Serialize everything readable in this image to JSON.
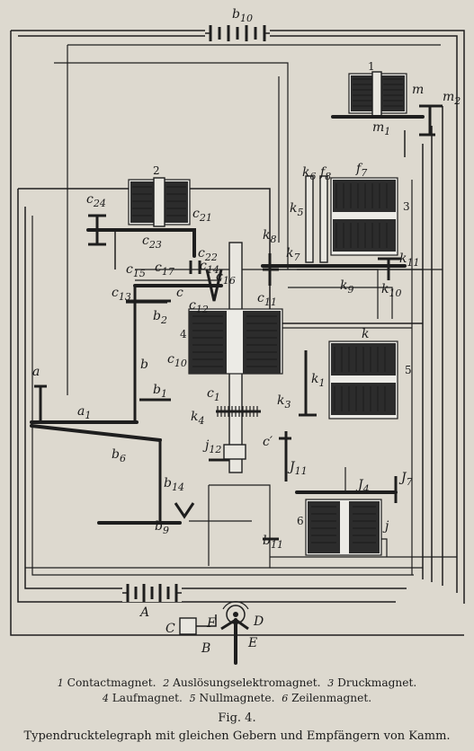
{
  "legend": {
    "line1": [
      {
        "num": "1",
        "name": "Contactmagnet."
      },
      {
        "num": "2",
        "name": "Auslösungselektromagnet."
      },
      {
        "num": "3",
        "name": "Druckmagnet."
      }
    ],
    "line2": [
      {
        "num": "4",
        "name": "Laufmagnet."
      },
      {
        "num": "5",
        "name": "Nullmagnete."
      },
      {
        "num": "6",
        "name": "Zeilenmagnet."
      }
    ]
  },
  "figure_label": "Fig. 4.",
  "figure_title": "Typendrucktelegraph mit gleichen Gebern und Empfängern von Kamm.",
  "labels": {
    "b10": {
      "main": "b",
      "sub": "10"
    },
    "n1": "1",
    "m": "m",
    "m2": {
      "main": "m",
      "sub": "2"
    },
    "m1": {
      "main": "m",
      "sub": "1"
    },
    "n2": "2",
    "c24": {
      "main": "c",
      "sub": "24"
    },
    "c21": {
      "main": "c",
      "sub": "21"
    },
    "c23": {
      "main": "c",
      "sub": "23"
    },
    "c22": {
      "main": "c",
      "sub": "22"
    },
    "k6": {
      "main": "k",
      "sub": "6"
    },
    "f8": {
      "main": "f",
      "sub": "8"
    },
    "f7": {
      "main": "f",
      "sub": "7"
    },
    "n3": "3",
    "k5": {
      "main": "k",
      "sub": "5"
    },
    "k8": {
      "main": "k",
      "sub": "8"
    },
    "k7": {
      "main": "k",
      "sub": "7"
    },
    "k11": {
      "main": "k",
      "sub": "11"
    },
    "k9": {
      "main": "k",
      "sub": "9"
    },
    "k10": {
      "main": "k",
      "sub": "10"
    },
    "c15": {
      "main": "c",
      "sub": "15"
    },
    "c17": {
      "main": "c",
      "sub": "17"
    },
    "c14": {
      "main": "c",
      "sub": "14"
    },
    "c16": {
      "main": "c",
      "sub": "16"
    },
    "c13": {
      "main": "c",
      "sub": "13"
    },
    "c": "c",
    "c12": {
      "main": "c",
      "sub": "12"
    },
    "c11": {
      "main": "c",
      "sub": "11"
    },
    "b2": {
      "main": "b",
      "sub": "2"
    },
    "n4": "4",
    "c10": {
      "main": "c",
      "sub": "10"
    },
    "k": "k",
    "n5": "5",
    "k1": {
      "main": "k",
      "sub": "1"
    },
    "a": "a",
    "b": "b",
    "b1": {
      "main": "b",
      "sub": "1"
    },
    "c1": {
      "main": "c",
      "sub": "1"
    },
    "k3": {
      "main": "k",
      "sub": "3"
    },
    "k4": {
      "main": "k",
      "sub": "4"
    },
    "a1": {
      "main": "a",
      "sub": "1"
    },
    "j12": {
      "main": "j",
      "sub": "12"
    },
    "c1p": "c′",
    "b6": {
      "main": "b",
      "sub": "6"
    },
    "j11": {
      "main": "J",
      "sub": "11"
    },
    "b14": {
      "main": "b",
      "sub": "14"
    },
    "j4": {
      "main": "J",
      "sub": "4"
    },
    "j7": {
      "main": "J",
      "sub": "7"
    },
    "n6": "6",
    "j": "j",
    "b9": {
      "main": "b",
      "sub": "9"
    },
    "b11": {
      "main": "b",
      "sub": "11"
    },
    "A": "A",
    "C": "C",
    "F": "F",
    "D": "D",
    "E": "E",
    "B": "B"
  }
}
